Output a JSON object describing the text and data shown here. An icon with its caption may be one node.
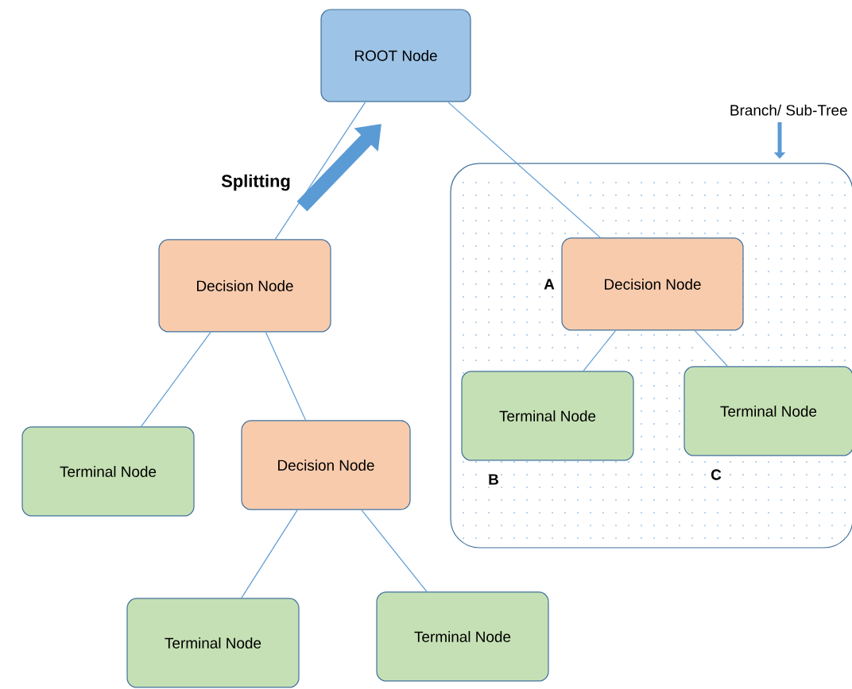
{
  "diagram": {
    "nodes": [
      {
        "text": [
          "ROOT Node"
        ]
      },
      {
        "text": [
          "Decision Node"
        ]
      },
      {
        "text": [
          "Branch/ Sub-Tree"
        ]
      },
      {
        "text": [
          "Decision Node"
        ],
        "in": 2,
        "beside": [
          "A"
        ]
      },
      {
        "text": [
          "Terminal Node"
        ]
      },
      {
        "text": [
          "Decision Node"
        ]
      },
      {
        "text": [
          "Terminal Node"
        ],
        "in": 2,
        "beside": [
          "B"
        ]
      },
      {
        "text": [
          "Terminal Node"
        ],
        "in": 2,
        "beside": [
          "C"
        ]
      },
      {
        "text": [
          "Terminal Node"
        ]
      },
      {
        "text": [
          "Terminal Node"
        ]
      }
    ],
    "edges": [
      {
        "from": 0,
        "to": 1,
        "arrow": "none"
      },
      {
        "from": 0,
        "to": 3,
        "arrow": "none"
      },
      {
        "from": 1,
        "to": 4,
        "arrow": "none"
      },
      {
        "from": 1,
        "to": 5,
        "arrow": "none"
      },
      {
        "from": 3,
        "to": 6,
        "arrow": "none"
      },
      {
        "from": 3,
        "to": 7,
        "arrow": "none"
      },
      {
        "from": 5,
        "to": 8,
        "arrow": "none"
      },
      {
        "from": 5,
        "to": 9,
        "arrow": "none"
      }
    ],
    "labels": [
      "Splitting"
    ]
  }
}
